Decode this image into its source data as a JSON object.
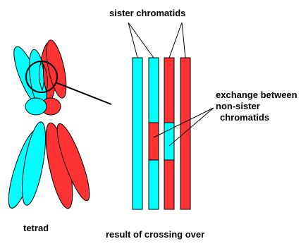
{
  "labels": {
    "sister_chromatids": "sister chromatids",
    "exchange_line1": "exchange between",
    "exchange_line2": "non-sister",
    "exchange_line3": "chromatids",
    "tetrad": "tetrad",
    "result": "result of crossing over"
  },
  "colors": {
    "cyan": "#00ffff",
    "red": "#ff3333",
    "outline": "#000000",
    "background": "#ffffff"
  }
}
